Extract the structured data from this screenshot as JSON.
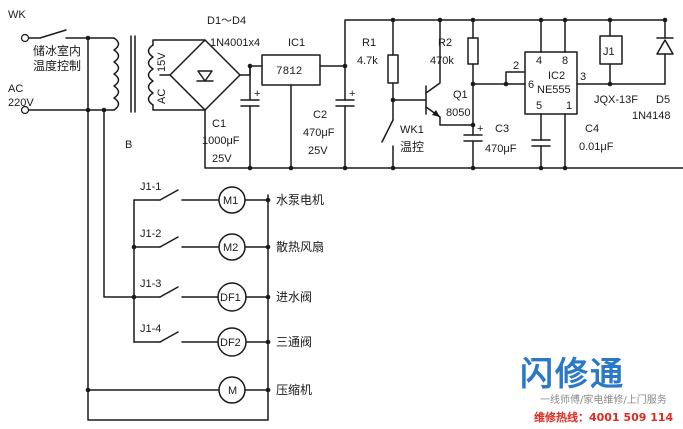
{
  "labels": {
    "wk": "WK",
    "ac": "AC",
    "voltage_in": "220V",
    "temp_control_line1": "储冰室内",
    "temp_control_line2": "温度控制",
    "transformer": "B",
    "sec_15v": "15V",
    "sec_ac": "AC",
    "diodes": "D1～D4",
    "diode_part": "1N4001x4",
    "ic1": "IC1",
    "ic1_part": "7812",
    "c1": "C1",
    "c1_value": "1000μF",
    "c1_voltage": "25V",
    "c2": "C2",
    "c2_value": "470μF",
    "c2_voltage": "25V",
    "r1": "R1",
    "r1_value": "4.7k",
    "r2": "R2",
    "r2_value": "470k",
    "q1": "Q1",
    "q1_part": "8050",
    "wk1": "WK1",
    "wk1_desc": "温控",
    "c3": "C3",
    "c3_value": "470μF",
    "ic2": "IC2",
    "ic2_part": "NE555",
    "pin2": "2",
    "pin4": "4",
    "pin8": "8",
    "pin6": "6",
    "pin3": "3",
    "pin5": "5",
    "pin1": "1",
    "c4": "C4",
    "c4_value": "0.01μF",
    "j1": "J1",
    "relay_part": "JQX-13F",
    "d5": "D5",
    "d5_part": "1N4148",
    "contact1": "J1-1",
    "contact2": "J1-2",
    "contact3": "J1-3",
    "contact4": "J1-4",
    "m1": "M1",
    "m2": "M2",
    "df1": "DF1",
    "df2": "DF2",
    "m": "M",
    "load1": "水泵电机",
    "load2": "散热风扇",
    "load3": "进水阀",
    "load4": "三通阀",
    "load5": "压缩机",
    "plus": "+"
  },
  "watermark": {
    "brand": "闪修通",
    "slogan": "一线师傅/家电维修/上门服务",
    "hotline": "维修热线：4001 509 114",
    "brand_color": "#2a78c8",
    "hotline_color": "#e0291f"
  }
}
